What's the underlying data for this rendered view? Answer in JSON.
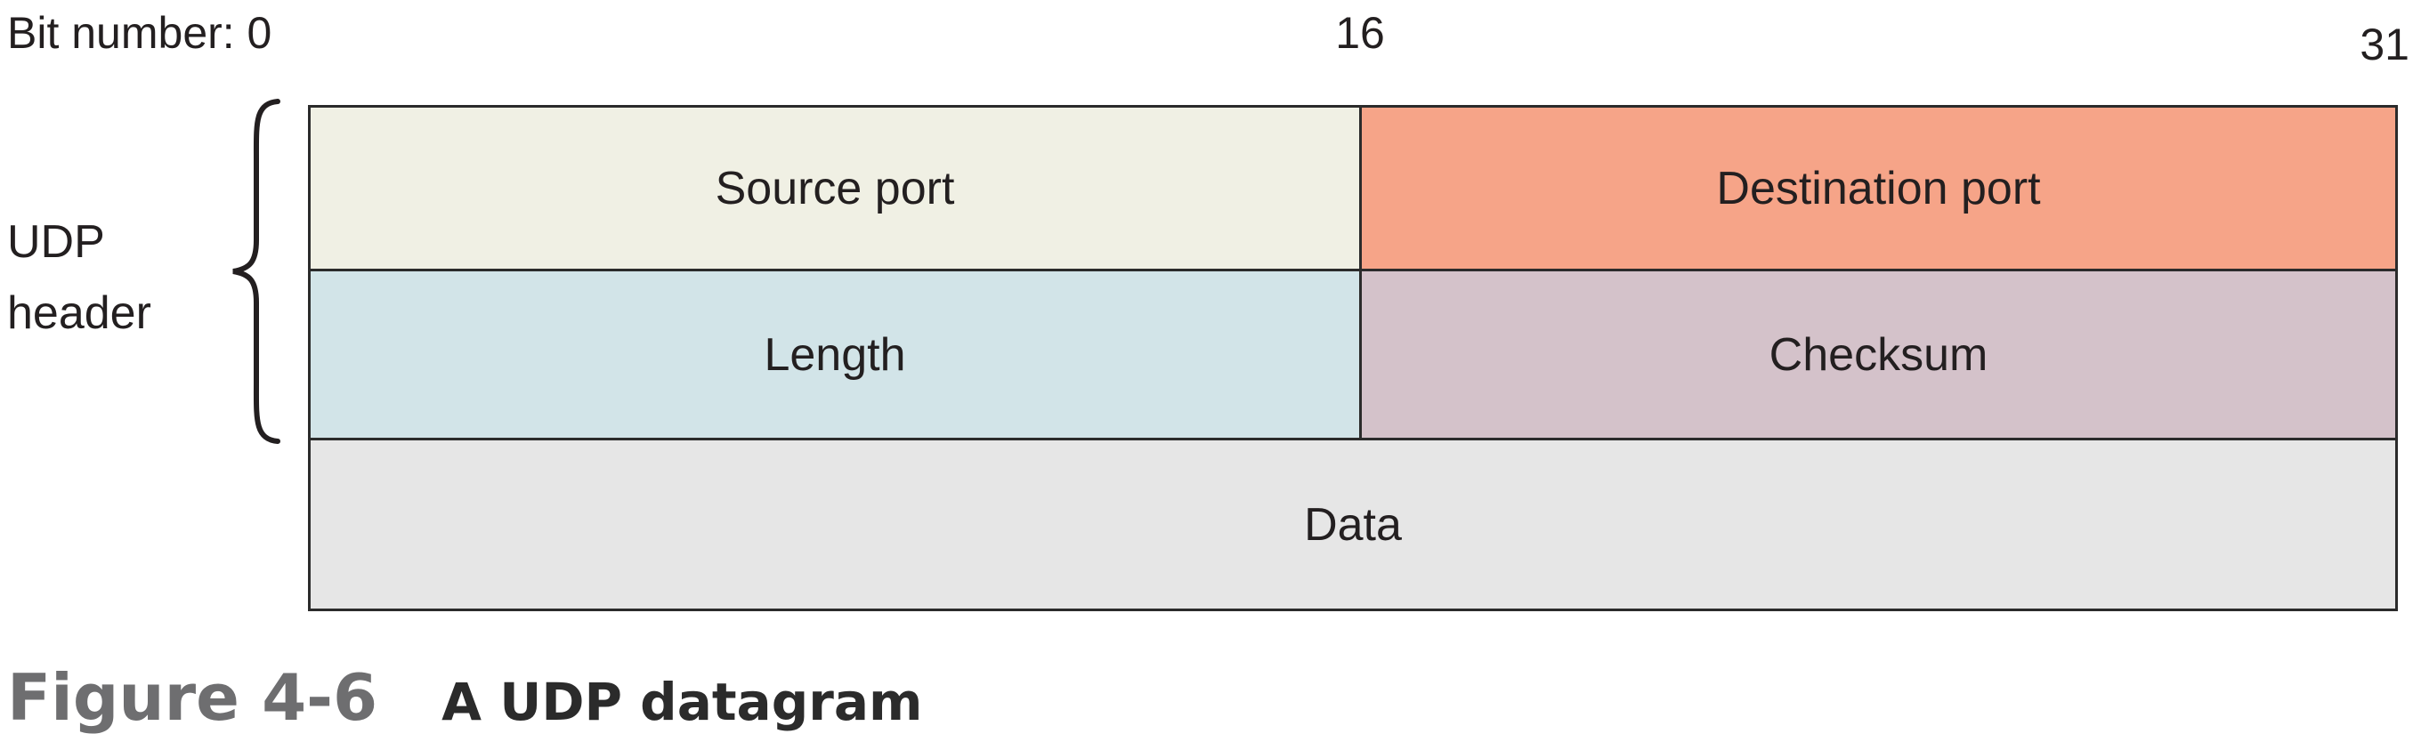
{
  "bit_numbers": {
    "prefix": "Bit number: 0",
    "middle": "16",
    "end": "31"
  },
  "side_label": {
    "line1": "UDP",
    "line2": "header"
  },
  "fields": {
    "source_port": {
      "label": "Source port",
      "color": "#f0f0e4"
    },
    "destination_port": {
      "label": "Destination port",
      "color": "#f6a488"
    },
    "length": {
      "label": "Length",
      "color": "#d2e4e8"
    },
    "checksum": {
      "label": "Checksum",
      "color": "#d4c2ca"
    },
    "data": {
      "label": "Data",
      "color": "#e6e6e6"
    }
  },
  "caption": {
    "number": "Figure 4-6",
    "title": "A UDP datagram"
  }
}
